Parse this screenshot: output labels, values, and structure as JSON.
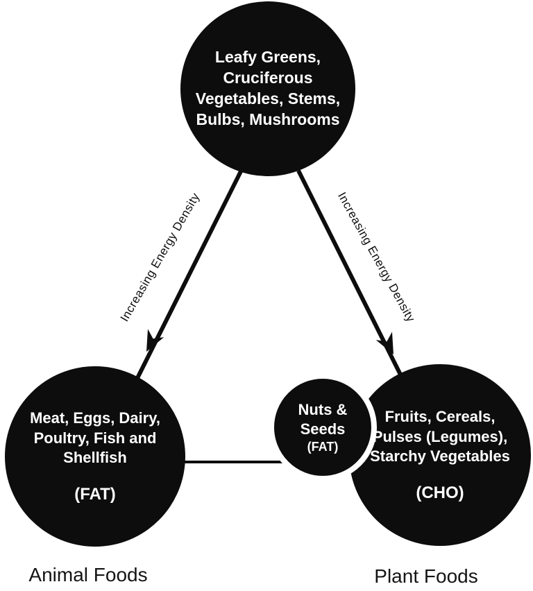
{
  "diagram": {
    "title": "food-energy-density-triangle",
    "nodes": {
      "top": {
        "label": "Leafy Greens,\nCruciferous\nVegetables, Stems,\nBulbs, Mushrooms"
      },
      "left": {
        "label": "Meat, Eggs, Dairy,\nPoultry, Fish and\nShellfish",
        "tag": "(FAT)"
      },
      "center": {
        "label": "Nuts &\nSeeds",
        "tag": "(FAT)"
      },
      "right": {
        "label": "Fruits, Cereals,\nPulses (Legumes),\nStarchy Vegetables",
        "tag": "(CHO)"
      }
    },
    "edges": {
      "left_arrow_label": "Increasing Energy Density",
      "right_arrow_label": "Increasing Energy Density"
    },
    "footers": {
      "left": "Animal Foods",
      "right": "Plant Foods"
    },
    "colors": {
      "node_fill": "#0d0d0d",
      "node_text": "#ffffff",
      "line": "#0d0d0d",
      "background": "#ffffff"
    }
  }
}
